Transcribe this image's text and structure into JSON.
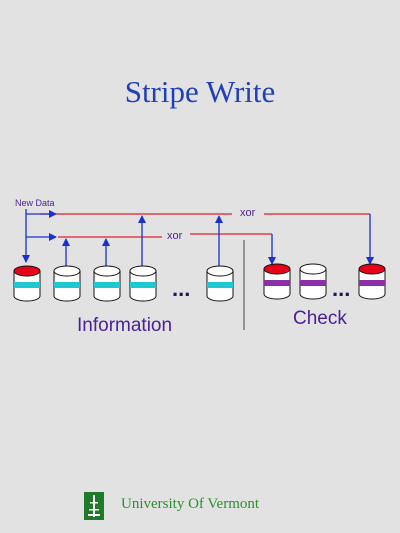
{
  "title": "Stripe Write",
  "labels": {
    "new_data": "New Data",
    "xor_top": "xor",
    "xor_bottom": "xor",
    "information": "Information",
    "check": "Check",
    "ellipsis_info": "...",
    "ellipsis_check": "..."
  },
  "footer": {
    "university": "University Of Vermont",
    "logo_icon": "uvm-logo-icon"
  },
  "colors": {
    "background": "#e2e2e2",
    "title": "#1f3fbf",
    "signal_line": "#e0202e",
    "arrow": "#1a2fd6",
    "info_band": "#1ec8d0",
    "check_band": "#8a2fa8",
    "modified_cap": "#e6001a",
    "label_text": "#4a1f9a",
    "footer_text": "#2c8f2c"
  }
}
